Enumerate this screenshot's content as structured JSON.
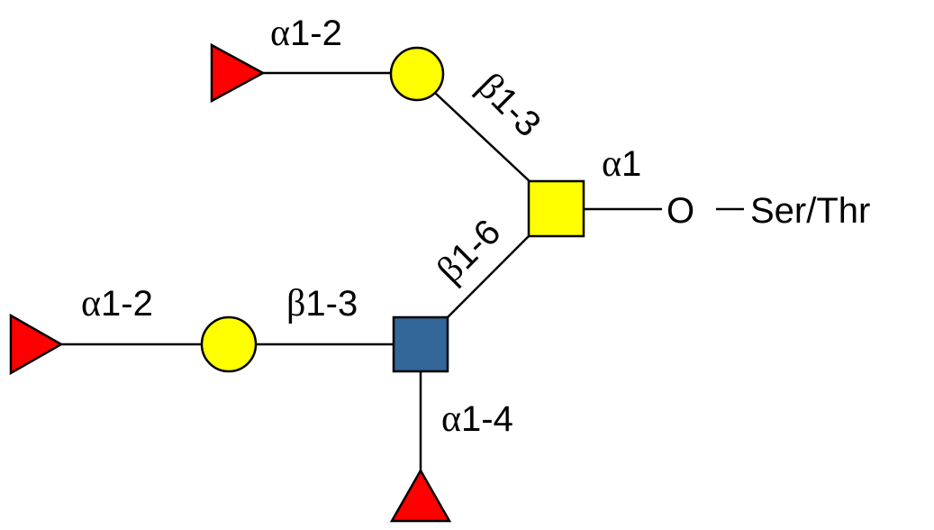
{
  "title": "O-glycan structure",
  "colors": {
    "fucose": "#ff0000",
    "galactose": "#ffff00",
    "galnac": "#ffff00",
    "glcnac": "#336699"
  },
  "linkages": {
    "top_fuc": {
      "greek": "α",
      "rest": "1-2"
    },
    "top_gal": {
      "greek": "β",
      "rest": "1-3"
    },
    "core": {
      "greek": "α",
      "rest": "1"
    },
    "branch": {
      "greek": "β",
      "rest": "1-6"
    },
    "bottom_fuc": {
      "greek": "α",
      "rest": "1-2"
    },
    "bottom_gal": {
      "greek": "β",
      "rest": "1-3"
    },
    "glcnac_fuc": {
      "greek": "α",
      "rest": "1-4"
    }
  },
  "aglycone": {
    "oxygen": "O",
    "residue": "Ser/Thr"
  }
}
